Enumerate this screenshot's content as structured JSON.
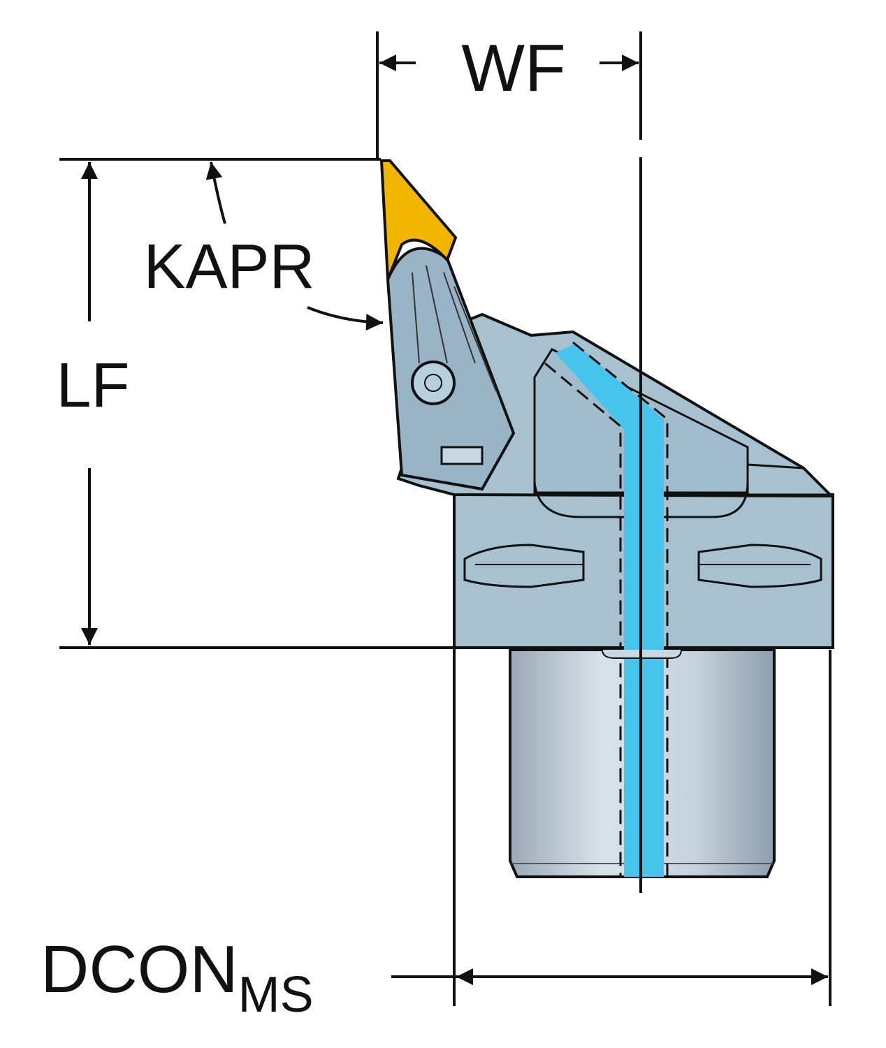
{
  "labels": {
    "wf": "WF",
    "kapr": "KAPR",
    "lf": "LF",
    "dcon": "DCON",
    "dcon_sub": "MS"
  },
  "colors": {
    "body": "#a7c1d1",
    "body_dark": "#8eaabd",
    "insert": "#f2b600",
    "coolant": "#46c4ee",
    "line": "#111111"
  }
}
